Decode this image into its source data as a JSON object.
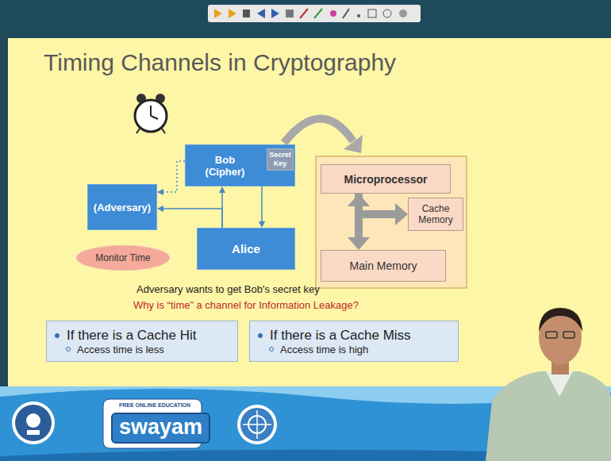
{
  "diagram": {
    "title": "Timing Channels in Cryptography",
    "nodes": [
      {
        "text": [
          "Bob (Cipher)"
        ]
      },
      {
        "text": [
          "Secret Key"
        ],
        "in": 0
      },
      {
        "text": [
          "(Adversary)"
        ]
      },
      {
        "text": [
          "Alice"
        ]
      },
      {
        "text": [
          "Monitor Time"
        ]
      },
      {
        "text": [
          "Microprocessor"
        ]
      },
      {
        "text": [
          "Cache Memory"
        ]
      },
      {
        "text": [
          "Main Memory"
        ]
      },
      {
        "text": [
          "If there is a Cache Hit",
          "Access time is less"
        ]
      },
      {
        "text": [
          "If there is a Cache Miss",
          "Access time is high"
        ]
      }
    ],
    "edges": [
      {
        "from": 3,
        "to": 0,
        "arrow": "to"
      },
      {
        "from": 0,
        "to": 3,
        "arrow": "to"
      },
      {
        "from": 0,
        "to": 2,
        "arrow": "to"
      },
      {
        "from": 3,
        "to": 2,
        "arrow": "to"
      },
      {
        "from": 5,
        "to": 7,
        "arrow": "both"
      },
      {
        "from": 5,
        "to": 6,
        "arrow": "to"
      }
    ],
    "labels": [
      "Adversary wants to get Bob's secret key",
      "Why is “time” a channel for Information Leakage?",
      "FREE ONLINE EDUCATION",
      "swayam"
    ]
  }
}
